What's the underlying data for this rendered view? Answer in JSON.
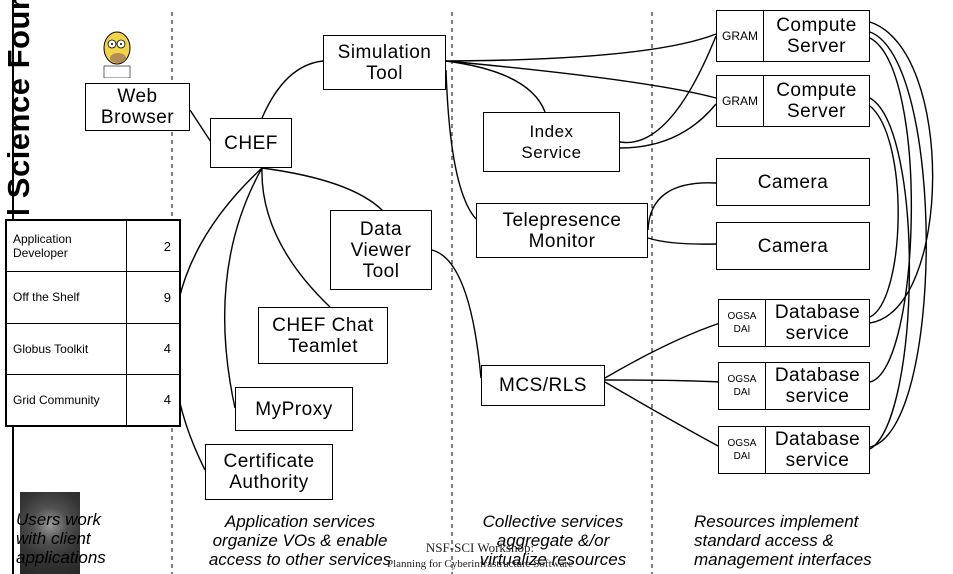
{
  "sidebar": {
    "title": "l Science Four",
    "votes": [
      {
        "label": "Application Developer",
        "count": "2"
      },
      {
        "label": "Off the Shelf",
        "count": "9"
      },
      {
        "label": "Globus Toolkit",
        "count": "4"
      },
      {
        "label": "Grid Community",
        "count": "4"
      }
    ]
  },
  "nodes": {
    "web_browser": "Web\nBrowser",
    "chef": "CHEF",
    "simulation_tool": "Simulation\nTool",
    "data_viewer_tool": "Data\nViewer\nTool",
    "chef_chat_teamlet": "CHEF Chat\nTeamlet",
    "myproxy": "MyProxy",
    "certificate_authority": "Certificate\nAuthority",
    "index_service": "Index\nService",
    "telepresence_monitor": "Telepresence\nMonitor",
    "mcs_rls": "MCS/RLS",
    "compute_server_1": "Compute\nServer",
    "compute_server_2": "Compute\nServer",
    "gram_1": "GRAM",
    "gram_2": "GRAM",
    "camera_1": "Camera",
    "camera_2": "Camera",
    "database_service_1": "Database\nservice",
    "database_service_2": "Database\nservice",
    "database_service_3": "Database\nservice",
    "ogsa_dai_1": "OGSA\nDAI",
    "ogsa_dai_2": "OGSA\nDAI",
    "ogsa_dai_3": "OGSA\nDAI"
  },
  "captions": {
    "users": "Users work\nwith client\napplications",
    "application_services": "Application services\norganize VOs & enable\naccess to other services",
    "collective_services": "Collective services\naggregate &/or\nvirtualize resources",
    "resources": "Resources implement\nstandard access &\nmanagement interfaces"
  },
  "footer": {
    "line1": "NSF-SCI Workshop:",
    "line2": "Planning for Cyberinfrastructure Software"
  }
}
